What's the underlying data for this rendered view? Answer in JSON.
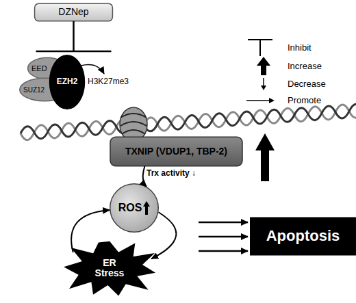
{
  "diagram": {
    "nodes": [
      {
        "text": [
          "DZNep"
        ]
      },
      {
        "text": [
          "EED"
        ]
      },
      {
        "text": [
          "SUZ12"
        ]
      },
      {
        "text": [
          "EZH2"
        ]
      },
      {
        "text": [
          "TXNIP (VDUP1, TBP-2)"
        ]
      },
      {
        "text": [
          "ROS"
        ]
      },
      {
        "text": [
          "ER Stress"
        ]
      },
      {
        "text": [
          "Apoptosis"
        ]
      }
    ],
    "edges": [
      {
        "from": 0,
        "to": 3,
        "arrow": "to"
      },
      {
        "from": 4,
        "to": 5,
        "label": "Trx activity ↓",
        "arrow": "to"
      },
      {
        "from": 5,
        "to": 6,
        "arrow": "to"
      },
      {
        "from": 6,
        "to": 5,
        "arrow": "to"
      }
    ],
    "labels": [
      "H3K27me3"
    ],
    "legend": [
      {
        "text": "Inhibit"
      },
      {
        "text": "Increase"
      },
      {
        "text": "Decrease"
      },
      {
        "text": "Promote"
      }
    ]
  }
}
